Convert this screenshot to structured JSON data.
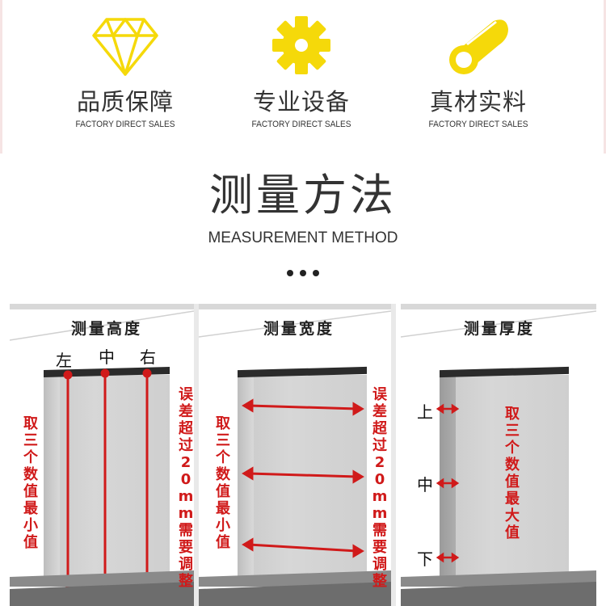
{
  "features": [
    {
      "icon": "diamond-icon",
      "title": "品质保障",
      "subtitle": "FACTORY DIRECT SALES"
    },
    {
      "icon": "gear-icon",
      "title": "专业设备",
      "subtitle": "FACTORY DIRECT SALES"
    },
    {
      "icon": "pipe-icon",
      "title": "真材实料",
      "subtitle": "FACTORY DIRECT SALES"
    }
  ],
  "section": {
    "title": "测量方法",
    "subtitle": "MEASUREMENT METHOD"
  },
  "panels": [
    {
      "title": "测量高度",
      "labels": [
        "左",
        "中",
        "右"
      ],
      "left_note": "取三个数值最小值",
      "right_note": "误差超过20mm需要调整"
    },
    {
      "title": "测量宽度",
      "left_note": "取三个数值最小值",
      "right_note": "误差超过20mm需要调整"
    },
    {
      "title": "测量厚度",
      "labels": [
        "上",
        "中",
        "下"
      ],
      "center_note": "取三个数值最大值"
    }
  ],
  "colors": {
    "accent_yellow": "#f5d90a",
    "text_dark": "#333333",
    "annotation_red": "#d01a1a"
  }
}
